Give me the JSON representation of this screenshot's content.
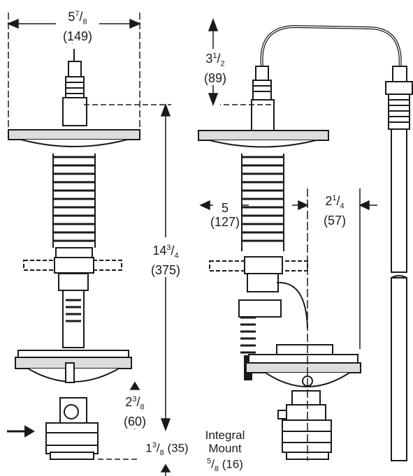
{
  "dimensions": {
    "width_top": {
      "whole": "5",
      "num": "7",
      "den": "8",
      "mm": "(149)"
    },
    "height_rod": {
      "whole": "3",
      "num": "1",
      "den": "2",
      "mm": "(89)"
    },
    "height_total": {
      "whole": "14",
      "num": "3",
      "den": "4",
      "mm": "(375)"
    },
    "width_mid": {
      "whole": "5",
      "mm": "(127)"
    },
    "width_right": {
      "whole": "2",
      "num": "1",
      "den": "4",
      "mm": "(57)"
    },
    "height_lower": {
      "whole": "2",
      "num": "3",
      "den": "8",
      "mm": "(60)"
    },
    "bottom_offset": {
      "whole": "1",
      "num": "3",
      "den": "8",
      "mm": "(35)"
    },
    "integral_mount": {
      "line1": "Integral",
      "line2": "Mount",
      "num": "5",
      "den": "8",
      "mm": "(16)"
    }
  },
  "icons": {
    "left_view": "valve-actuator-front-view",
    "right_view": "valve-with-remote-bulb-side-view",
    "flow_arrow": "flow-direction-arrow",
    "bulb": "temperature-sensing-bulb"
  }
}
